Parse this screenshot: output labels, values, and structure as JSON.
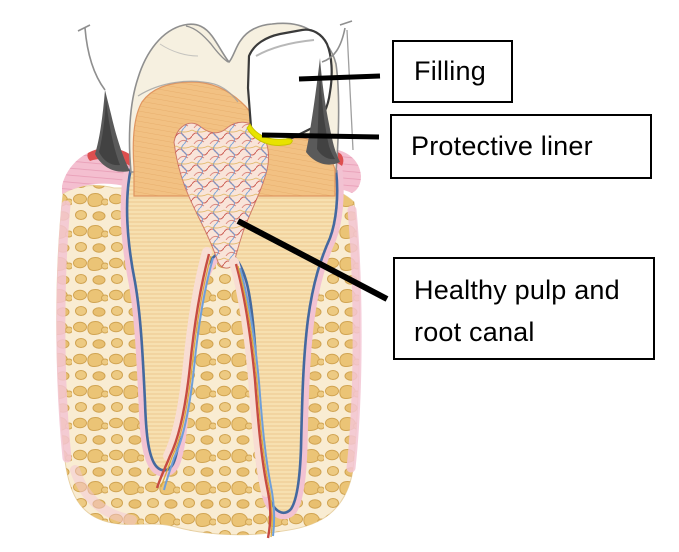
{
  "figure": {
    "subject": "Cross-section illustration of a molar tooth with a dental filling",
    "regions": [
      "filling",
      "protective liner",
      "enamel",
      "dentin",
      "pulp chamber",
      "root canals",
      "gingiva",
      "alveolar bone",
      "periodontal ligament"
    ]
  },
  "callouts": {
    "filling": {
      "label": "Filling"
    },
    "protective_liner": {
      "label": "Protective liner"
    },
    "healthy_pulp": {
      "label": "Healthy pulp and root canal"
    }
  },
  "colors": {
    "background": "#ffffff",
    "box_border": "#000000",
    "box_bg": "#ffffff",
    "text": "#000000",
    "leader": "#000000",
    "enamel": "#f6f0e0",
    "crown_outline": "#8f8f8f",
    "dentin_crown": "#f2c183",
    "dentin_root": "#f7e0b0",
    "filling": "#ffffff",
    "filling_outline": "#3a3a3a",
    "liner": "#e8e300",
    "pulp_bg": "#f9e4d9",
    "vessel_red": "#c64b42",
    "vessel_blue": "#6f9fd8",
    "vessel_yellow": "#d9a93f",
    "gum": "#f4bfd0",
    "gum_crest": "#dd4f4f",
    "bone_bg": "#f9ecd2",
    "bone_blob": "#eac271",
    "pdl_pink": "#f2c2d2",
    "pdl_blue": "#44699f",
    "interdental_shadow": "#5a5a5a"
  }
}
